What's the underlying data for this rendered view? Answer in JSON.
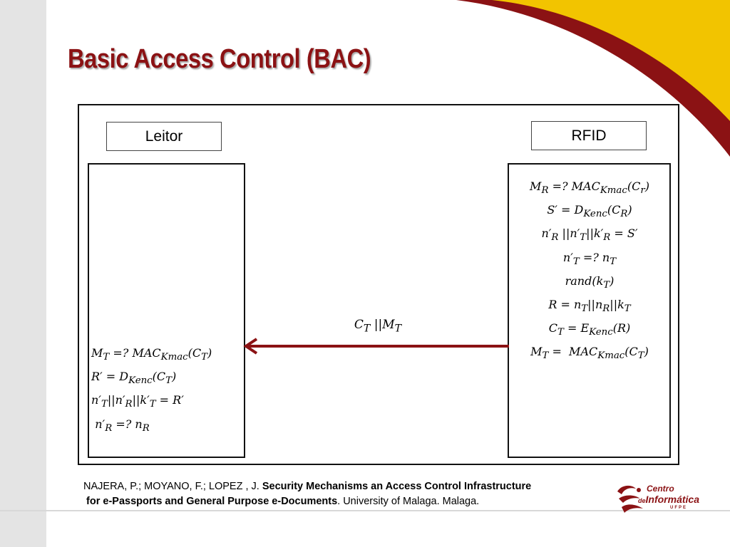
{
  "slide": {
    "title": "Basic Access Control (BAC)",
    "accent_color": "#8b1214",
    "corner_colors": [
      "#f2c400",
      "#8b1214"
    ]
  },
  "diagram": {
    "reader_label": "Leitor",
    "rfid_label": "RFID",
    "message_label": "C_T ||M_T",
    "reader_equations": [
      "M_T =? MAC_Kmac(C_T)",
      "R′ = D_Kenc(C_T)",
      "n′_T||n′_R||k′_T = R′",
      "n′_R =? n_R"
    ],
    "rfid_equations": [
      "M_R =? MAC_Kmac(C_r)",
      "S′ = D_Kenc(C_R)",
      "n′_R ||n′_T||k′_R = S′",
      "n′_T =? n_T",
      "rand(k_T)",
      "R = n_T||n_R||k_T",
      "C_T = E_Kenc(R)",
      "M_T =  MAC_Kmac(C_T)"
    ]
  },
  "citation": {
    "authors": "NAJERA, P.; MOYANO, F.; LOPEZ , J. ",
    "title_part1": "Security Mechanisms an Access Control Infrastructure",
    "title_part2": "for e-Passports and General Purpose e-Documents",
    "rest": ". University of Malaga. Malaga."
  },
  "logo": {
    "line1": "Centro",
    "line2_small": "de",
    "line2": "Informática",
    "line3": "UFPE"
  }
}
